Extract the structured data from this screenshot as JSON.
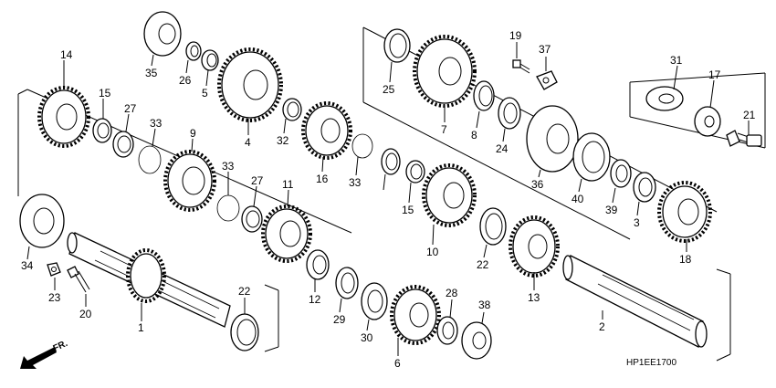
{
  "diagram": {
    "drawing_code": "HP1EE1700",
    "direction_label": "FR.",
    "callouts": {
      "p1": "1",
      "p2": "2",
      "p3": "3",
      "p4": "4",
      "p5": "5",
      "p6": "6",
      "p7": "7",
      "p8": "8",
      "p9": "9",
      "p10": "10",
      "p11": "11",
      "p12": "12",
      "p13": "13",
      "p14": "14",
      "p15a": "15",
      "p15b": "15",
      "p16": "16",
      "p17": "17",
      "p18": "18",
      "p19": "19",
      "p20": "20",
      "p21": "21",
      "p22a": "22",
      "p22b": "22",
      "p23": "23",
      "p24": "24",
      "p25": "25",
      "p26": "26",
      "p27a": "27",
      "p27b": "27",
      "p28": "28",
      "p29": "29",
      "p30": "30",
      "p31": "31",
      "p32": "32",
      "p33a": "33",
      "p33b": "33",
      "p33c": "33",
      "p34": "34",
      "p35": "35",
      "p36": "36",
      "p37": "37",
      "p38": "38",
      "p39": "39",
      "p40": "40"
    }
  }
}
